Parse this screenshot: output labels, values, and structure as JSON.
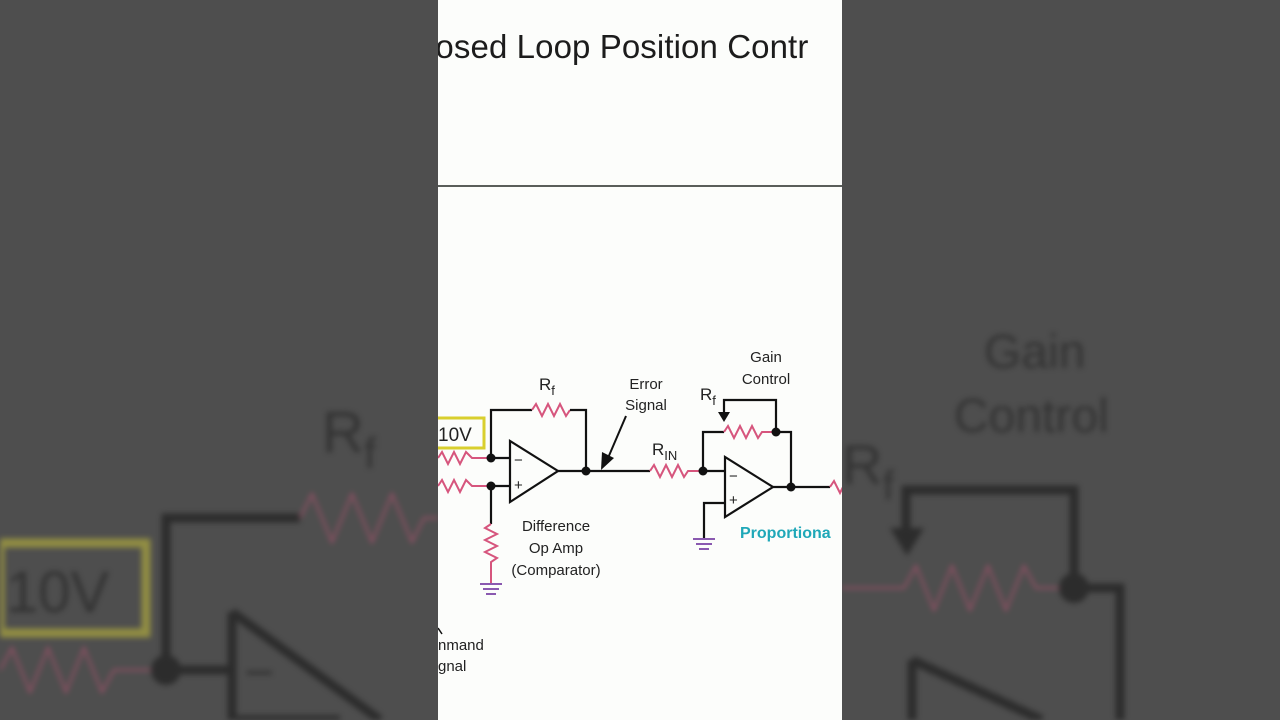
{
  "panel": {
    "title": "losed Loop Position Contr"
  },
  "diagram": {
    "input_voltage": "10V",
    "rf_main": "R",
    "rf_main_sub": "f",
    "error_signal_line1": "Error",
    "error_signal_line2": "Signal",
    "rin_main": "R",
    "rin_sub": "IN",
    "gain_control_line1": "Gain",
    "gain_control_line2": "Control",
    "rf_gain_main": "R",
    "rf_gain_sub": "f",
    "diff_amp_line1": "Difference",
    "diff_amp_line2": "Op Amp",
    "diff_amp_line3": "(Comparator)",
    "command_line1": "nmand",
    "command_line2": "gnal",
    "proportional_label": "Proportiona",
    "opamp_minus": "−",
    "opamp_plus": "+"
  },
  "background": {
    "left_voltage": "10V",
    "left_rf_main": "R",
    "left_rf_sub": "f",
    "right_gain_line1": "Gain",
    "right_gain_line2": "Control",
    "right_rf_main": "R",
    "right_rf_sub": "f",
    "left_minus": "−"
  }
}
